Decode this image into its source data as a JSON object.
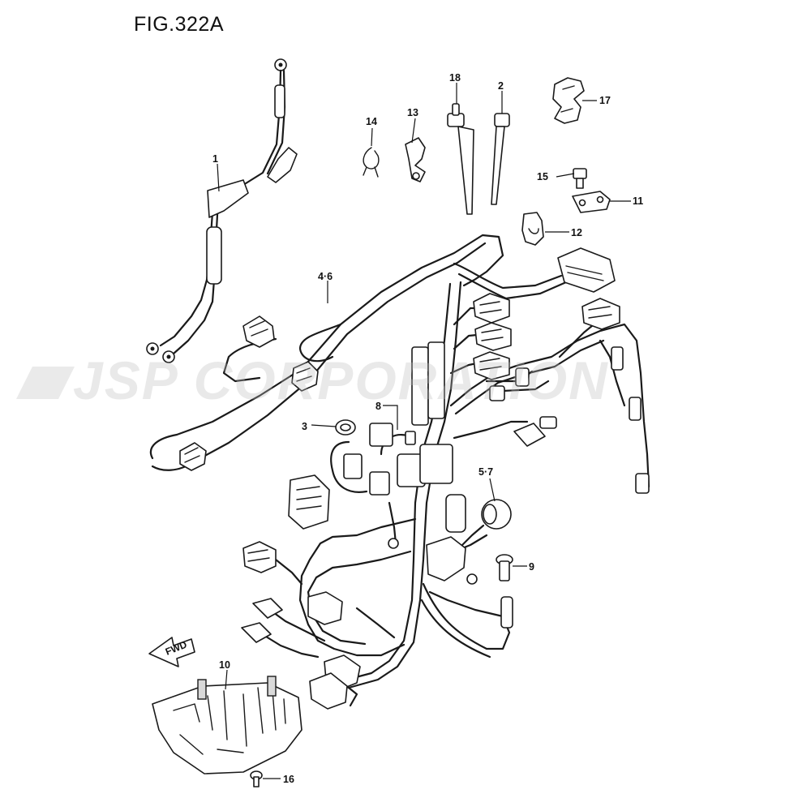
{
  "figure": {
    "title": "FIG.322A"
  },
  "watermark": {
    "text": "JSP CORPORATION"
  },
  "direction_marker": {
    "label": "FWD"
  },
  "callouts": [
    {
      "id": "c1",
      "label": "1"
    },
    {
      "id": "c2",
      "label": "2"
    },
    {
      "id": "c3",
      "label": "3"
    },
    {
      "id": "c46",
      "label": "4·6"
    },
    {
      "id": "c57",
      "label": "5·7"
    },
    {
      "id": "c8",
      "label": "8"
    },
    {
      "id": "c9",
      "label": "9"
    },
    {
      "id": "c10",
      "label": "10"
    },
    {
      "id": "c11",
      "label": "11"
    },
    {
      "id": "c12",
      "label": "12"
    },
    {
      "id": "c13",
      "label": "13"
    },
    {
      "id": "c14",
      "label": "14"
    },
    {
      "id": "c15",
      "label": "15"
    },
    {
      "id": "c16",
      "label": "16"
    },
    {
      "id": "c17",
      "label": "17"
    },
    {
      "id": "c18",
      "label": "18"
    }
  ]
}
